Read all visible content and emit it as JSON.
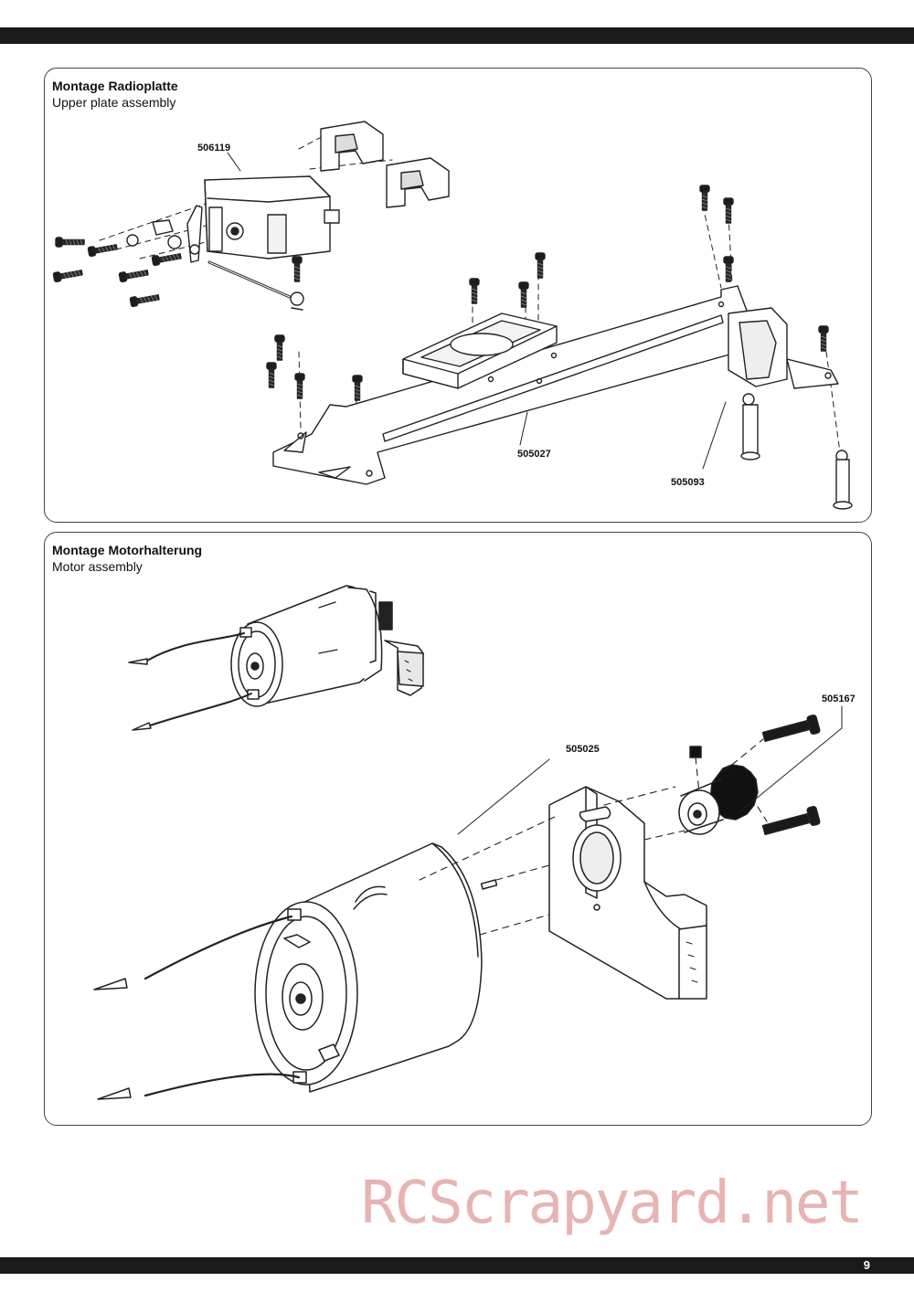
{
  "page_number": "9",
  "sections": {
    "upper": {
      "title_de": "Montage Radioplatte",
      "title_en": "Upper plate assembly",
      "parts": [
        "506119",
        "505027",
        "505093"
      ]
    },
    "motor": {
      "title_de": "Montage Motorhalterung",
      "title_en": "Motor assembly",
      "parts": [
        "505167",
        "505025"
      ]
    }
  },
  "watermark": "RCScrapyard.net"
}
